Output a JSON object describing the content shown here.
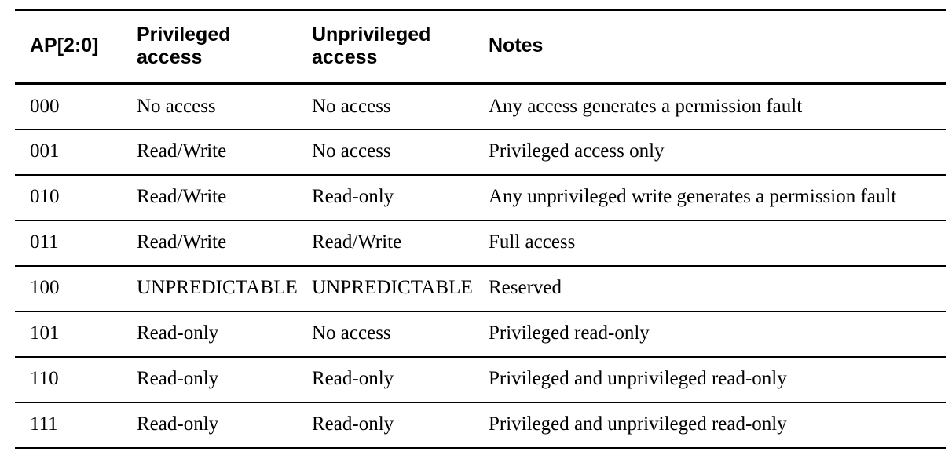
{
  "table": {
    "name": "ap-access-permissions",
    "columns": [
      {
        "key": "ap",
        "label": "AP[2:0]"
      },
      {
        "key": "priv",
        "label": "Privileged\naccess"
      },
      {
        "key": "unpriv",
        "label": "Unprivileged\naccess"
      },
      {
        "key": "notes",
        "label": "Notes"
      }
    ],
    "rows": [
      {
        "ap": "000",
        "priv": "No access",
        "unpriv": "No access",
        "notes": "Any access generates a permission fault",
        "style": "normal"
      },
      {
        "ap": "001",
        "priv": "Read/Write",
        "unpriv": "No access",
        "notes": "Privileged access only",
        "style": "normal"
      },
      {
        "ap": "010",
        "priv": "Read/Write",
        "unpriv": "Read-only",
        "notes": "Any unprivileged write generates a permission fault",
        "style": "normal"
      },
      {
        "ap": "011",
        "priv": "Read/Write",
        "unpriv": "Read/Write",
        "notes": "Full access",
        "style": "normal"
      },
      {
        "ap": "100",
        "priv": "UNPREDICTABLE",
        "unpriv": "UNPREDICTABLE",
        "notes": "Reserved",
        "style": "small-caps"
      },
      {
        "ap": "101",
        "priv": "Read-only",
        "unpriv": "No access",
        "notes": "Privileged read-only",
        "style": "normal"
      },
      {
        "ap": "110",
        "priv": "Read-only",
        "unpriv": "Read-only",
        "notes": "Privileged and unprivileged read-only",
        "style": "normal"
      },
      {
        "ap": "111",
        "priv": "Read-only",
        "unpriv": "Read-only",
        "notes": "Privileged and unprivileged read-only",
        "style": "normal"
      }
    ]
  },
  "colors": {
    "text": "#000000",
    "rule": "#000000",
    "background": "#ffffff"
  }
}
